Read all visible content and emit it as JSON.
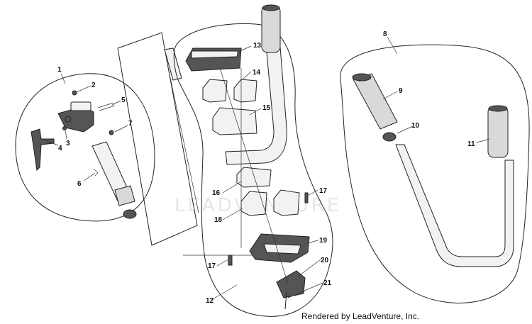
{
  "watermark_text": "LEADVENTURE",
  "credit": "Rendered by LeadVenture, Inc.",
  "callouts": {
    "c1": "1",
    "c2": "2",
    "c3": "3",
    "c4": "4",
    "c5": "5",
    "c6": "6",
    "c7": "7",
    "c8": "8",
    "c9": "9",
    "c10": "10",
    "c11": "11",
    "c12": "12",
    "c13": "13",
    "c14": "14",
    "c15": "15",
    "c16": "16",
    "c17a": "17",
    "c17b": "17",
    "c18": "18",
    "c19": "19",
    "c20": "20",
    "c21": "21"
  }
}
